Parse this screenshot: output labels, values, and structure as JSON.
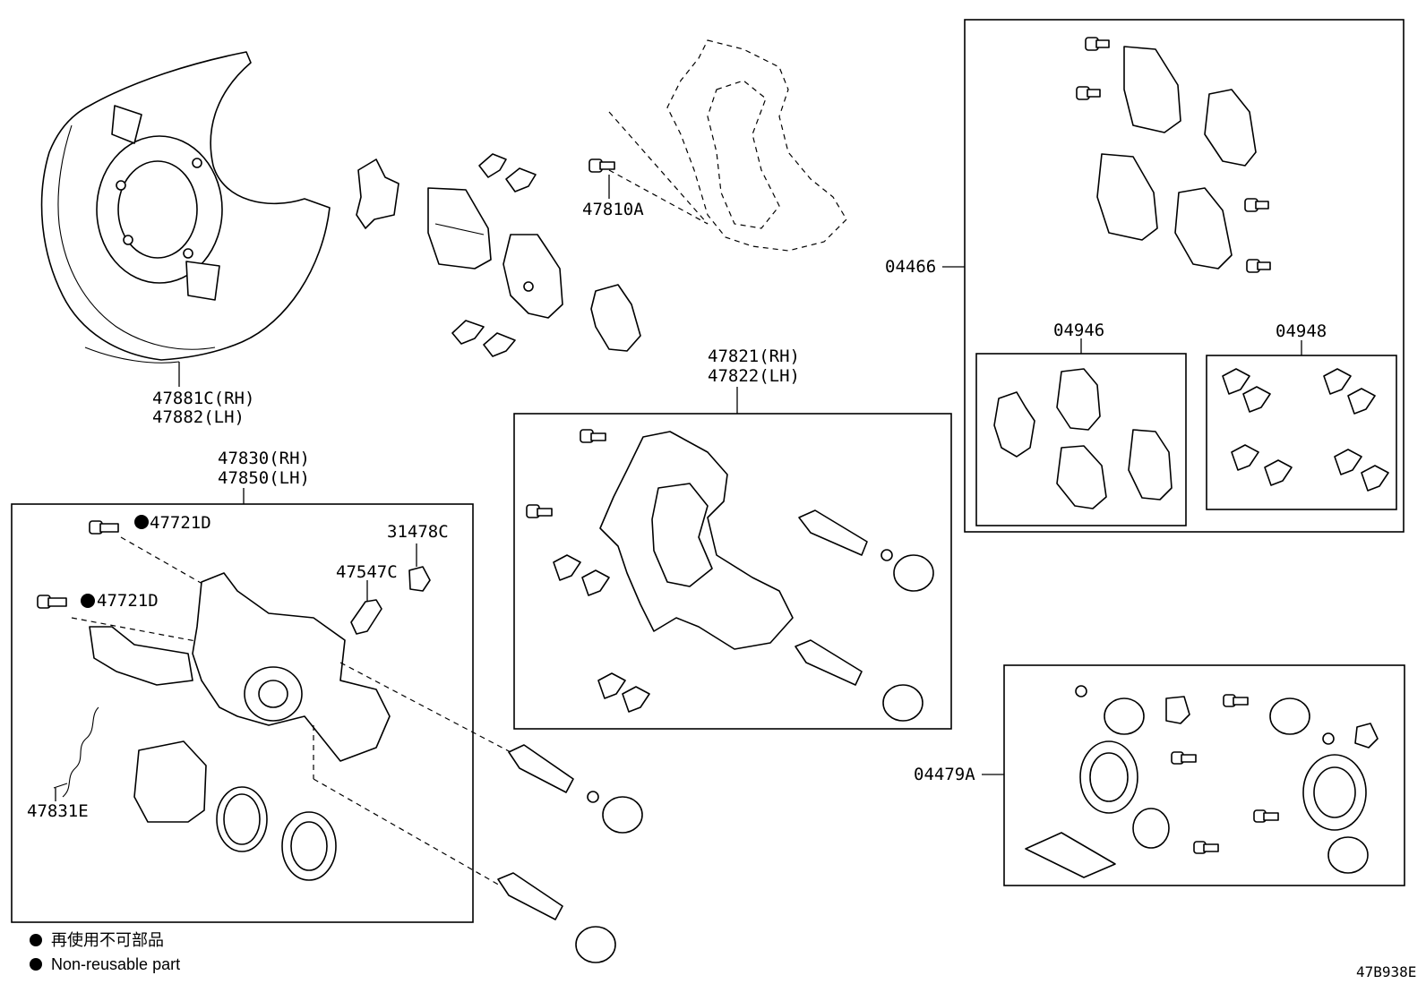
{
  "labels": {
    "shield": [
      "47881C(RH)",
      "47882(LH)"
    ],
    "caliper_assy": [
      "47830(RH)",
      "47850(LH)"
    ],
    "mounting_bracket": [
      "47821(RH)",
      "47822(LH)"
    ],
    "bracket_bolt": "47810A",
    "pad_kit": "04466",
    "shim_kit": "04946",
    "clip_kit": "04948",
    "caliper_kit": "04479A",
    "bolt_upper": "47721D",
    "bolt_lower": "47721D",
    "bleeder_cap": "31478C",
    "bleeder_plug": "47547C",
    "spring": "47831E"
  },
  "legend": {
    "japanese": "再使用不可部品",
    "english": "Non-reusable part"
  },
  "drawing_id": "47B938E"
}
